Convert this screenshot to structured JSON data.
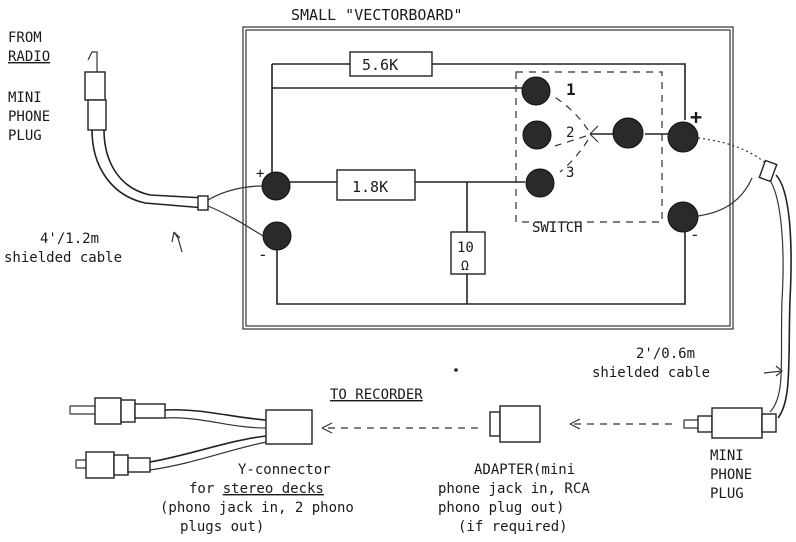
{
  "labels": {
    "board_title": "SMALL \"VECTORBOARD\"",
    "from_radio_1": "FROM",
    "from_radio_2": "RADIO",
    "mini_plug_left_1": "MINI",
    "mini_plug_left_2": "PHONE",
    "mini_plug_left_3": "PLUG",
    "resistor_top": "5.6K",
    "resistor_mid": "1.8K",
    "resistor_10": "10",
    "ohm_symbol": "Ω",
    "switch_label": "SWITCH",
    "switch_pos_1": "1",
    "switch_pos_2": "2",
    "switch_pos_3": "3",
    "plus_left": "+",
    "minus_left": "-",
    "plus_right": "+",
    "minus_right": "-",
    "cable_left_1": "4'/1.2m",
    "cable_left_2": "shielded cable",
    "cable_right_1": "2'/0.6m",
    "cable_right_2": "shielded cable",
    "to_recorder": "TO RECORDER",
    "mini_plug_right_1": "MINI",
    "mini_plug_right_2": "PHONE",
    "mini_plug_right_3": "PLUG",
    "y_connector_1": "Y-connector",
    "y_connector_2a": "for ",
    "y_connector_2b": "stereo decks",
    "y_connector_3": "(phono jack in, 2 phono",
    "y_connector_4": "plugs out)",
    "adapter_1": "ADAPTER(mini",
    "adapter_2": "phone jack in, RCA",
    "adapter_3": "phono plug out)",
    "adapter_4": "(if required)"
  }
}
